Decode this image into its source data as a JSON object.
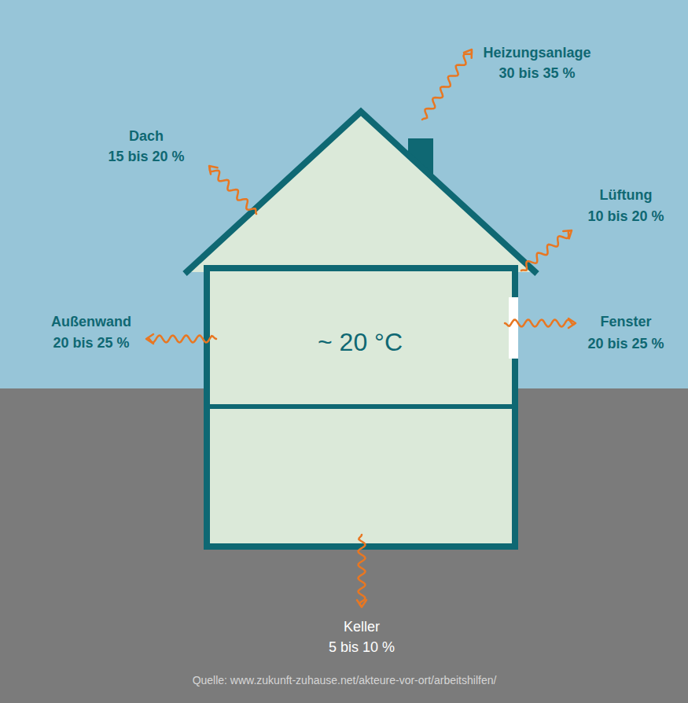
{
  "diagram": {
    "caption": "Quelle: www.zukunft-zuhause.net/akteure-vor-ort/arbeitshilfen/",
    "labels": [
      "Heizungsanlage",
      "30 bis 35 %",
      "Dach",
      "15 bis 20 %",
      "Lüftung",
      "10 bis 20 %",
      "Außenwand",
      "20 bis 25 %",
      "~ 20 °C",
      "Fenster",
      "20 bis 25 %",
      "Keller",
      "5 bis 10 %"
    ]
  }
}
